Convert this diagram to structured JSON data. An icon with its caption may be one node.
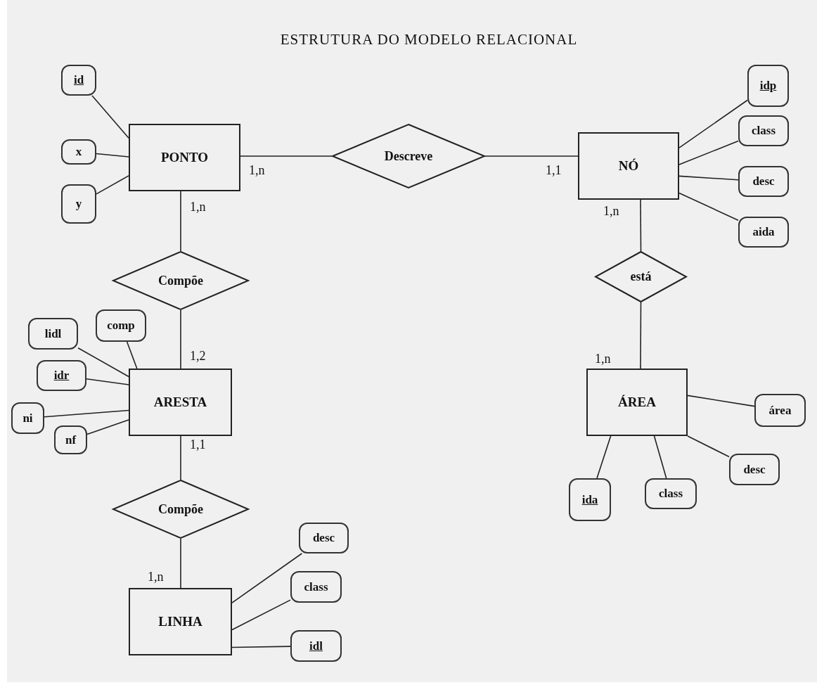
{
  "diagram": {
    "title": "ESTRUTURA DO MODELO RELACIONAL",
    "nodes": [
      {
        "text": [
          "PONTO"
        ]
      },
      {
        "text": [
          "Descreve"
        ]
      },
      {
        "text": [
          "NÓ"
        ]
      },
      {
        "text": [
          "Compõe"
        ]
      },
      {
        "text": [
          "está"
        ]
      },
      {
        "text": [
          "ARESTA"
        ]
      },
      {
        "text": [
          "ÁREA"
        ]
      },
      {
        "text": [
          "Compõe"
        ]
      },
      {
        "text": [
          "LINHA"
        ]
      },
      {
        "text": [
          "id"
        ]
      },
      {
        "text": [
          "x"
        ]
      },
      {
        "text": [
          "y"
        ]
      },
      {
        "text": [
          "idp"
        ]
      },
      {
        "text": [
          "class"
        ]
      },
      {
        "text": [
          "desc"
        ]
      },
      {
        "text": [
          "aida"
        ]
      },
      {
        "text": [
          "lidl"
        ]
      },
      {
        "text": [
          "comp"
        ]
      },
      {
        "text": [
          "idr"
        ]
      },
      {
        "text": [
          "ni"
        ]
      },
      {
        "text": [
          "nf"
        ]
      },
      {
        "text": [
          "área"
        ]
      },
      {
        "text": [
          "ida"
        ]
      },
      {
        "text": [
          "class"
        ]
      },
      {
        "text": [
          "desc"
        ]
      },
      {
        "text": [
          "desc"
        ]
      },
      {
        "text": [
          "class"
        ]
      },
      {
        "text": [
          "idl"
        ]
      }
    ],
    "edges": [
      {
        "from": 0,
        "to": 1,
        "arrow": "none",
        "label": "1,n"
      },
      {
        "from": 1,
        "to": 2,
        "arrow": "none",
        "label": "1,1"
      },
      {
        "from": 0,
        "to": 3,
        "arrow": "none",
        "label": "1,n"
      },
      {
        "from": 3,
        "to": 5,
        "arrow": "none",
        "label": "1,2"
      },
      {
        "from": 5,
        "to": 7,
        "arrow": "none",
        "label": "1,1"
      },
      {
        "from": 7,
        "to": 8,
        "arrow": "none",
        "label": "1,n"
      },
      {
        "from": 2,
        "to": 4,
        "arrow": "none",
        "label": "1,n"
      },
      {
        "from": 4,
        "to": 6,
        "arrow": "none",
        "label": "1,n"
      },
      {
        "from": 9,
        "to": 0,
        "arrow": "none"
      },
      {
        "from": 10,
        "to": 0,
        "arrow": "none"
      },
      {
        "from": 11,
        "to": 0,
        "arrow": "none"
      },
      {
        "from": 12,
        "to": 2,
        "arrow": "none"
      },
      {
        "from": 13,
        "to": 2,
        "arrow": "none"
      },
      {
        "from": 14,
        "to": 2,
        "arrow": "none"
      },
      {
        "from": 15,
        "to": 2,
        "arrow": "none"
      },
      {
        "from": 16,
        "to": 5,
        "arrow": "none"
      },
      {
        "from": 17,
        "to": 5,
        "arrow": "none"
      },
      {
        "from": 18,
        "to": 5,
        "arrow": "none"
      },
      {
        "from": 19,
        "to": 5,
        "arrow": "none"
      },
      {
        "from": 20,
        "to": 5,
        "arrow": "none"
      },
      {
        "from": 21,
        "to": 6,
        "arrow": "none"
      },
      {
        "from": 22,
        "to": 6,
        "arrow": "none"
      },
      {
        "from": 23,
        "to": 6,
        "arrow": "none"
      },
      {
        "from": 24,
        "to": 6,
        "arrow": "none"
      },
      {
        "from": 25,
        "to": 8,
        "arrow": "none"
      },
      {
        "from": 26,
        "to": 8,
        "arrow": "none"
      },
      {
        "from": 27,
        "to": 8,
        "arrow": "none"
      }
    ]
  }
}
